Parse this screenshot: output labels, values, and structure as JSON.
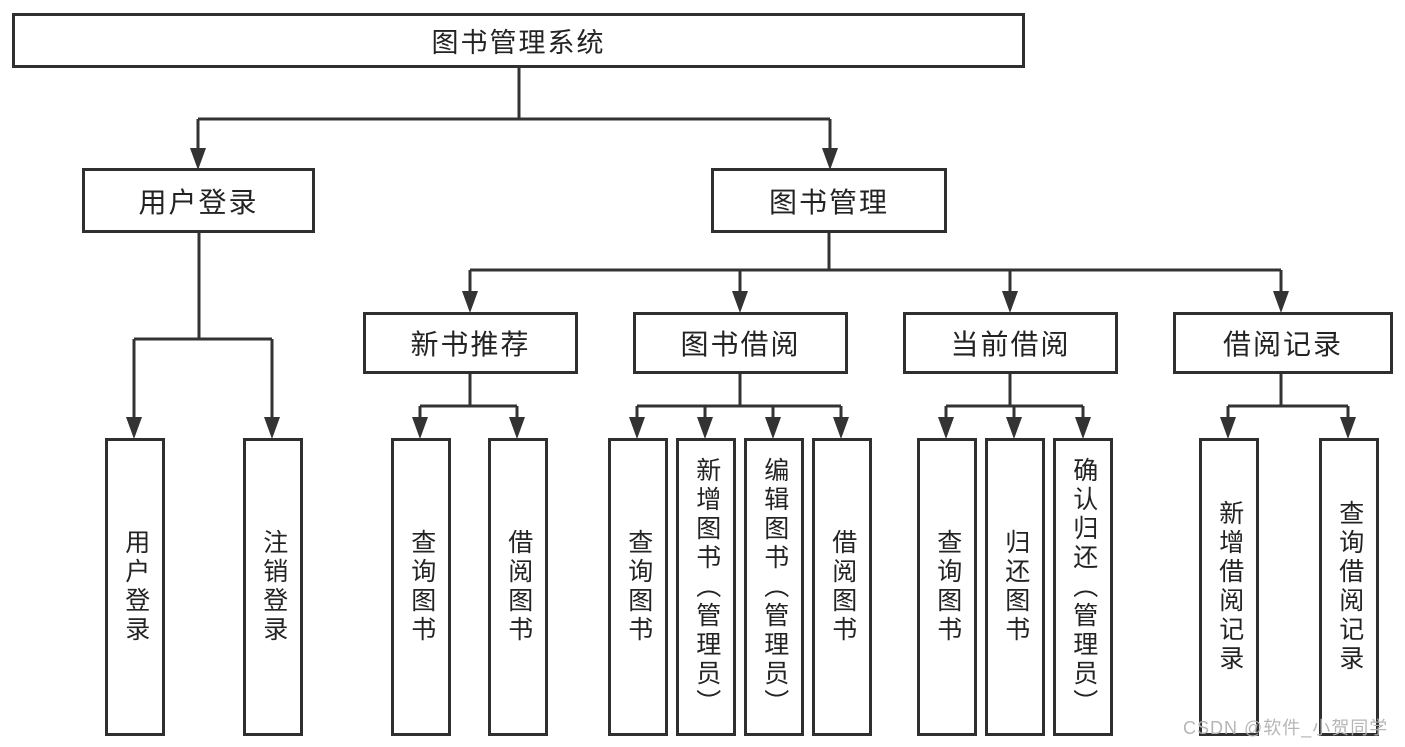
{
  "diagram": {
    "root": {
      "label": "图书管理系统"
    },
    "branches": [
      {
        "label": "用户登录",
        "children": [
          {
            "label": "用户登录"
          },
          {
            "label": "注销登录"
          }
        ]
      },
      {
        "label": "图书管理",
        "children": [
          {
            "label": "新书推荐",
            "children": [
              {
                "label": "查询图书"
              },
              {
                "label": "借阅图书"
              }
            ]
          },
          {
            "label": "图书借阅",
            "children": [
              {
                "label": "查询图书"
              },
              {
                "label": "新增图书（管理员）"
              },
              {
                "label": "编辑图书（管理员）"
              },
              {
                "label": "借阅图书"
              }
            ]
          },
          {
            "label": "当前借阅",
            "children": [
              {
                "label": "查询图书"
              },
              {
                "label": "归还图书"
              },
              {
                "label": "确认归还（管理员）"
              }
            ]
          },
          {
            "label": "借阅记录",
            "children": [
              {
                "label": "新增借阅记录"
              },
              {
                "label": "查询借阅记录"
              }
            ]
          }
        ]
      }
    ],
    "watermark": "CSDN @软件_小贺同学",
    "colors": {
      "line": "#333333",
      "border": "#2f2f2f",
      "text": "#232323",
      "background": "#ffffff",
      "watermark": "#b2b2b2"
    }
  }
}
